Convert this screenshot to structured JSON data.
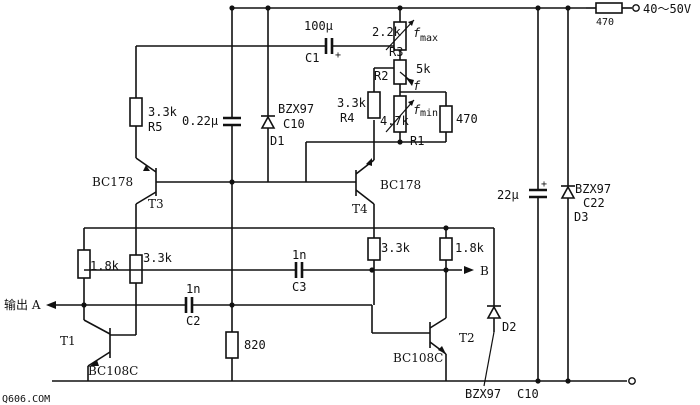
{
  "supply": {
    "resistor": "470",
    "voltage": "40～50V"
  },
  "output_a": "输出 A",
  "output_b": "B",
  "watermark": "Q606.COM",
  "transistors": {
    "t1": {
      "name": "T1",
      "type": "BC108C"
    },
    "t2": {
      "name": "T2",
      "type": "BC108C"
    },
    "t3": {
      "name": "T3",
      "type": "BC178"
    },
    "t4": {
      "name": "T4",
      "type": "BC178"
    }
  },
  "resistors": {
    "r1": {
      "value": "4.7k",
      "name": "R1",
      "func": "f",
      "func_sub": "min"
    },
    "r2": {
      "value": "5k",
      "name": "R2",
      "func": "f"
    },
    "r3": {
      "value": "2.2k",
      "name": "R3",
      "func": "f",
      "func_sub": "max"
    },
    "r4": {
      "value": "3.3k",
      "name": "R4"
    },
    "r5": {
      "value": "3.3k",
      "name": "R5"
    },
    "r_470": "470",
    "r_t1_collector": "1.8k",
    "r_t1_base": "3.3k",
    "r_t4_collector": "3.3k",
    "r_t2_collector": "1.8k",
    "r_820": "820"
  },
  "capacitors": {
    "c1": {
      "value": "100μ",
      "name": "C1"
    },
    "c2": {
      "value": "1n",
      "name": "C2"
    },
    "c3": {
      "value": "1n",
      "name": "C3"
    },
    "c_022": "0.22μ",
    "c_22u": "22μ"
  },
  "diodes": {
    "d1": {
      "type": "BZX97",
      "value": "C10",
      "name": "D1"
    },
    "d2": {
      "name": "D2",
      "type": "BZX97",
      "value": "C10"
    },
    "d3": {
      "type": "BZX97",
      "value": "C22",
      "name": "D3"
    }
  }
}
